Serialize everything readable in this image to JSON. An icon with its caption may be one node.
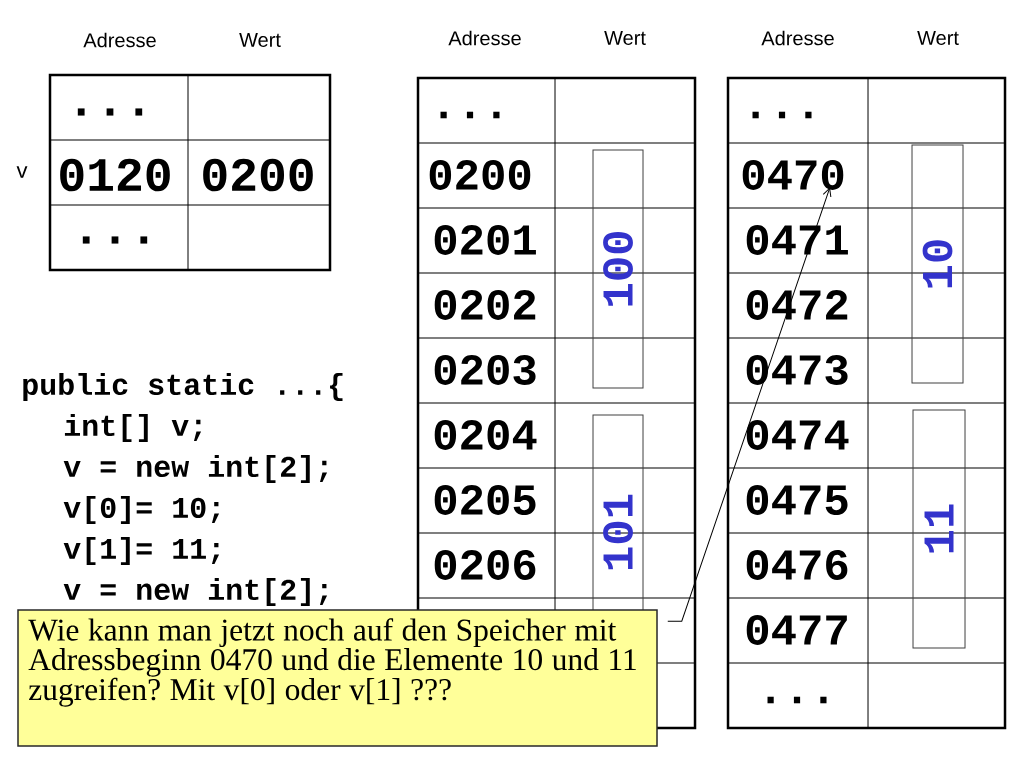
{
  "diagram": {
    "nodes": [
      {
        "text": [
          "Adresse",
          "Wert"
        ]
      },
      {
        "text": [
          "..."
        ],
        "in": 0
      },
      {
        "text": [
          "0120"
        ],
        "in": 0,
        "beside": [
          "v"
        ]
      },
      {
        "text": [
          "0200"
        ],
        "in": 0
      },
      {
        "text": [
          "..."
        ],
        "in": 0
      },
      {
        "text": [
          "Adresse",
          "Wert"
        ]
      },
      {
        "text": [
          "..."
        ],
        "in": 5
      },
      {
        "text": [
          "0200"
        ],
        "in": 5
      },
      {
        "text": [
          "0201"
        ],
        "in": 5
      },
      {
        "text": [
          "0202"
        ],
        "in": 5
      },
      {
        "text": [
          "0203"
        ],
        "in": 5
      },
      {
        "text": [
          "0204"
        ],
        "in": 5
      },
      {
        "text": [
          "0205"
        ],
        "in": 5
      },
      {
        "text": [
          "0206"
        ],
        "in": 5
      },
      {
        "text": [
          "100"
        ],
        "in": 5
      },
      {
        "text": [
          "101"
        ],
        "in": 5
      },
      {
        "text": [
          "Adresse",
          "Wert"
        ]
      },
      {
        "text": [
          "..."
        ],
        "in": 16
      },
      {
        "text": [
          "0470"
        ],
        "in": 16
      },
      {
        "text": [
          "0471"
        ],
        "in": 16
      },
      {
        "text": [
          "0472"
        ],
        "in": 16
      },
      {
        "text": [
          "0473"
        ],
        "in": 16
      },
      {
        "text": [
          "0474"
        ],
        "in": 16
      },
      {
        "text": [
          "0475"
        ],
        "in": 16
      },
      {
        "text": [
          "0476"
        ],
        "in": 16
      },
      {
        "text": [
          "0477"
        ],
        "in": 16
      },
      {
        "text": [
          "..."
        ],
        "in": 16
      },
      {
        "text": [
          "10"
        ],
        "in": 16
      },
      {
        "text": [
          "11"
        ],
        "in": 16
      },
      {
        "text": [
          "Wie kann man jetzt noch auf den Speicher mit Adressbeginn 0470 und die Elemente 10 und 11 zugreifen? Mit v[0] oder v[1] ???"
        ]
      }
    ],
    "edges": [
      {
        "from": 29,
        "to": 18,
        "arrow": "to"
      }
    ],
    "labels": [
      "public static ...{",
      "int[] v;",
      "v = new int[2];",
      "v[0]= 10;",
      "v[1]= 11;",
      "v = new int[2];"
    ]
  }
}
